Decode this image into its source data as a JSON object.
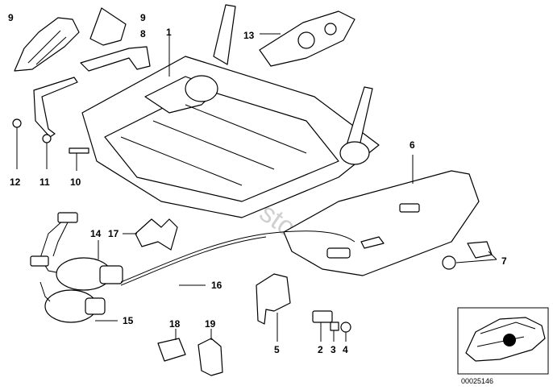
{
  "callouts": {
    "c1": "1",
    "c2": "2",
    "c3": "3",
    "c4": "4",
    "c5": "5",
    "c6": "6",
    "c7": "7",
    "c8": "8",
    "c9a": "9",
    "c9b": "9",
    "c10": "10",
    "c11": "11",
    "c12": "12",
    "c13": "13",
    "c14": "14",
    "c15": "15",
    "c16": "16",
    "c17": "17",
    "c18": "18",
    "c19": "19"
  },
  "watermark": "www.BMWstore.pl",
  "reference_number": "00025146",
  "colors": {
    "line": "#000000",
    "background": "#ffffff",
    "marker": "#000000"
  }
}
